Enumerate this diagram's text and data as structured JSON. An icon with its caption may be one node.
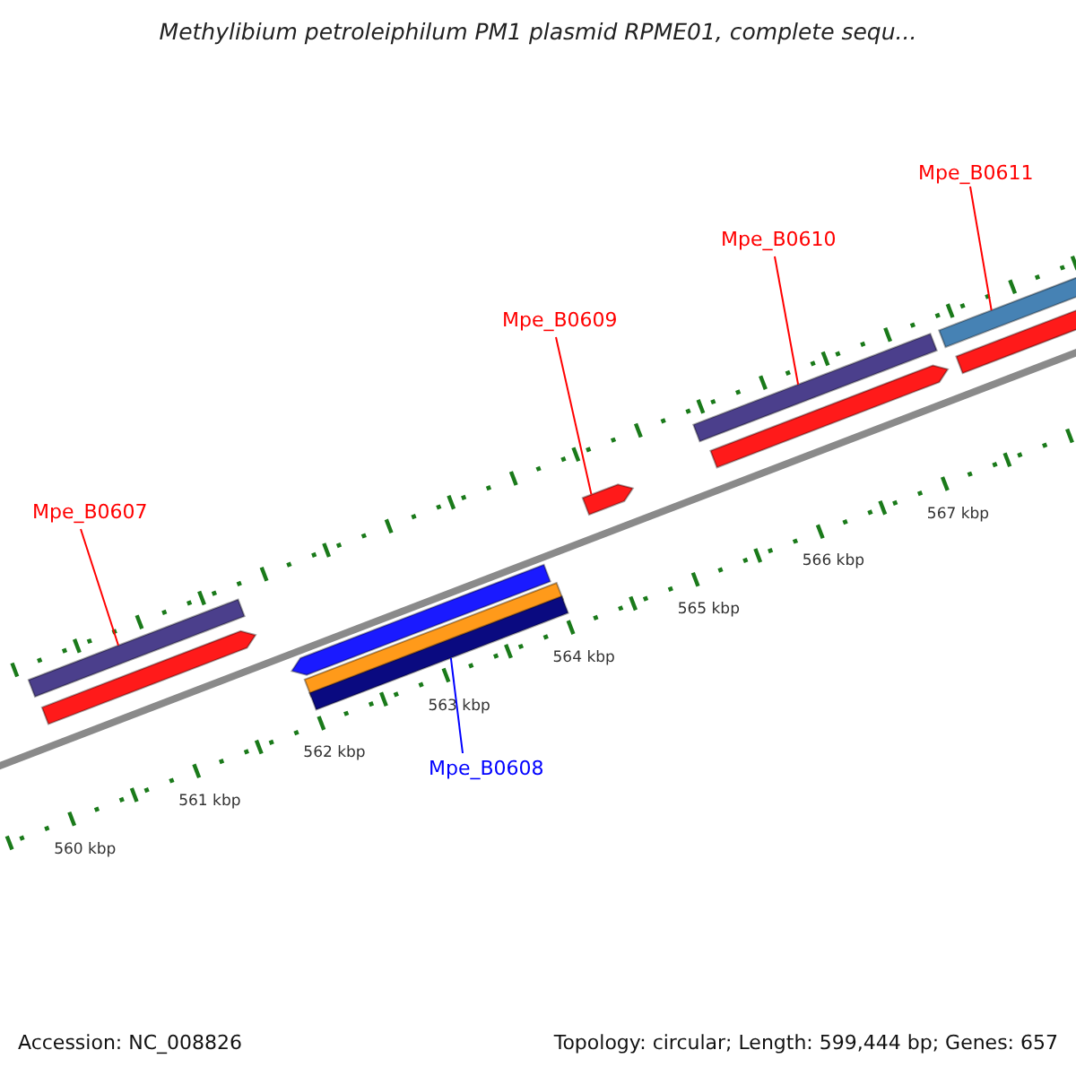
{
  "diagram": {
    "title": "Methylibium petroleiphilum PM1 plasmid RPME01, complete sequ...",
    "nodes": [
      {
        "text": [
          "Mpe_B0607"
        ]
      },
      {
        "text": [
          "Mpe_B0608"
        ]
      },
      {
        "text": [
          "Mpe_B0609"
        ]
      },
      {
        "text": [
          "Mpe_B0610"
        ]
      },
      {
        "text": [
          "Mpe_B0611"
        ]
      },
      {
        "text": [],
        "shape": "bar"
      },
      {
        "text": [],
        "shape": "bar"
      },
      {
        "text": [],
        "shape": "bar"
      },
      {
        "text": [],
        "shape": "bar"
      },
      {
        "text": [],
        "shape": "bar"
      },
      {
        "text": [],
        "shape": "bar"
      },
      {
        "text": [],
        "shape": "bar"
      },
      {
        "text": [],
        "shape": "bar"
      },
      {
        "text": [],
        "shape": "bar"
      },
      {
        "text": [],
        "shape": "bar"
      }
    ],
    "edges": [
      {
        "from": 0,
        "to": 5,
        "arrow": "none"
      },
      {
        "from": 1,
        "to": 9,
        "arrow": "none",
        "color": "#0000ff"
      },
      {
        "from": 2,
        "to": 10,
        "arrow": "none"
      },
      {
        "from": 3,
        "to": 11,
        "arrow": "none"
      },
      {
        "from": 4,
        "to": 13,
        "arrow": "none"
      }
    ],
    "labels": [
      "567 kbp",
      "566 kbp",
      "565 kbp",
      "564 kbp",
      "563 kbp",
      "562 kbp",
      "561 kbp",
      "560 kbp",
      "Accession: NC_008826",
      "Topology: circular; Length: 599,444 bp; Genes: 657"
    ]
  }
}
